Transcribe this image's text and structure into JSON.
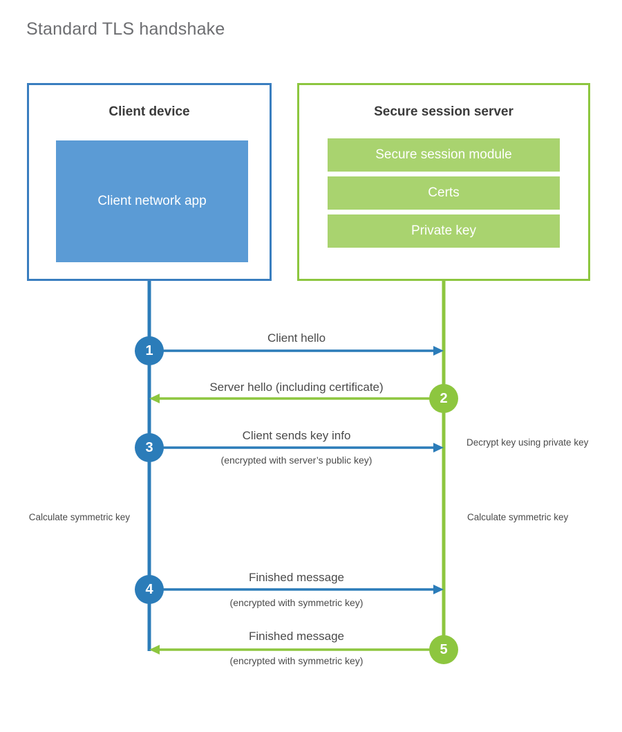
{
  "page": {
    "title": "Standard TLS handshake",
    "background_color": "#ffffff"
  },
  "colors": {
    "client_blue_border": "#3a7ebf",
    "client_blue_fill": "#5b9bd5",
    "client_lifeline": "#2b7cb9",
    "server_green_border": "#8dc63f",
    "server_green_fill": "#a9d36f",
    "server_lifeline": "#8dc63f",
    "title_gray": "#6d6e71",
    "text_gray": "#4a4a4a"
  },
  "client": {
    "title": "Client device",
    "app_label": "Client network app"
  },
  "server": {
    "title": "Secure session server",
    "modules": [
      {
        "label": "Secure session module"
      },
      {
        "label": "Certs"
      },
      {
        "label": "Private key"
      }
    ]
  },
  "steps": [
    {
      "number": "1",
      "direction": "client-to-server",
      "actor": "client",
      "label": "Client hello",
      "sublabel": ""
    },
    {
      "number": "2",
      "direction": "server-to-client",
      "actor": "server",
      "label": "Server hello (including certificate)",
      "sublabel": ""
    },
    {
      "number": "3",
      "direction": "client-to-server",
      "actor": "client",
      "label": "Client sends key info",
      "sublabel": "(encrypted with server’s public key)"
    },
    {
      "number": "4",
      "direction": "client-to-server",
      "actor": "client",
      "label": "Finished message",
      "sublabel": "(encrypted with symmetric key)"
    },
    {
      "number": "5",
      "direction": "server-to-client",
      "actor": "server",
      "label": "Finished message",
      "sublabel": "(encrypted with symmetric key)"
    }
  ],
  "annotations": {
    "server_decrypt": "Decrypt key using private key",
    "client_calculate": "Calculate symmetric key",
    "server_calculate": "Calculate symmetric key"
  }
}
